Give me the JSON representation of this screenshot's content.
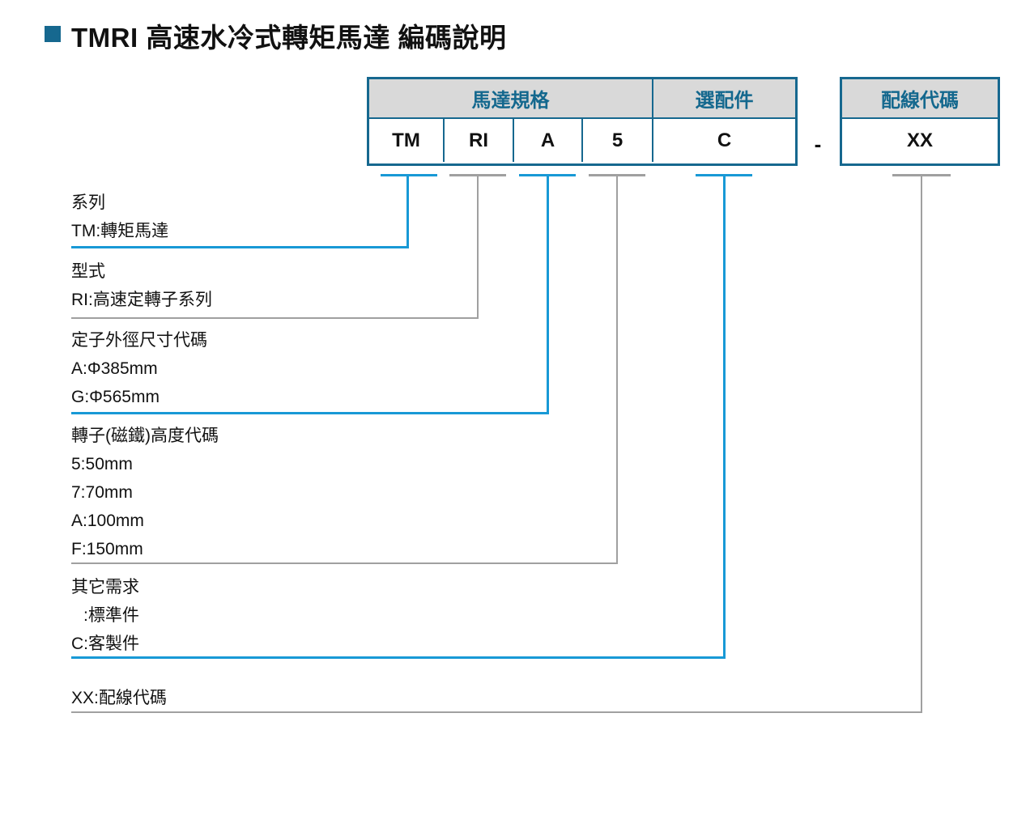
{
  "title": {
    "text": "TMRI 高速水冷式轉矩馬達 編碼說明"
  },
  "code_table": {
    "group_headers": [
      {
        "label": "馬達規格"
      },
      {
        "label": "選配件"
      }
    ],
    "code_cells": [
      "TM",
      "RI",
      "A",
      "5",
      "C"
    ],
    "separator": "-",
    "wiring_header": "配線代碼",
    "wiring_value": "XX"
  },
  "sections": [
    {
      "title": "系列",
      "lines": [
        "TM:轉矩馬達"
      ]
    },
    {
      "title": "型式",
      "lines": [
        "RI:高速定轉子系列"
      ]
    },
    {
      "title": "定子外徑尺寸代碼",
      "lines": [
        "A:Φ385mm",
        "G:Φ565mm"
      ]
    },
    {
      "title": "轉子(磁鐵)高度代碼",
      "lines": [
        "5:50mm",
        "7:70mm",
        "A:100mm",
        "F:150mm"
      ]
    },
    {
      "title": "其它需求",
      "lines": [
        ":標準件",
        "C:客製件"
      ]
    },
    {
      "title": "",
      "lines": [
        "XX:配線代碼"
      ]
    }
  ],
  "colors": {
    "accent_teal": "#16688f",
    "header_bg": "#d9d9d9",
    "header_text": "#14688e",
    "connector_blue": "#1899d6",
    "connector_gray": "#a0a0a0",
    "text": "#111111"
  }
}
